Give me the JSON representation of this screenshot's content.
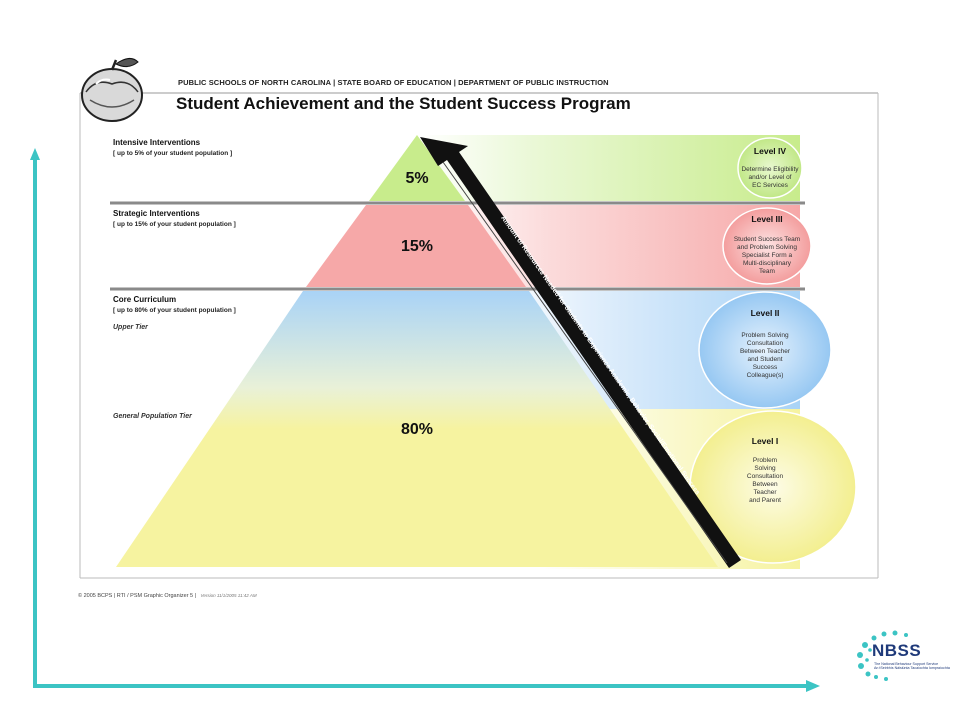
{
  "header": {
    "agency_line": "PUBLIC SCHOOLS OF NORTH CAROLINA | STATE BOARD OF EDUCATION | DEPARTMENT OF PUBLIC INSTRUCTION",
    "title": "Student Achievement and the Student Success Program"
  },
  "tiers": [
    {
      "title": "Intensive Interventions",
      "subtitle": "[ up to 5% of your student population ]",
      "percent": "5%"
    },
    {
      "title": "Strategic Interventions",
      "subtitle": "[ up to 15% of your student population ]",
      "percent": "15%"
    },
    {
      "title": "Core Curriculum",
      "subtitle": "[ up to 80% of your student population ]",
      "percent": "80%",
      "subtiers": [
        "Upper Tier",
        "General Population Tier"
      ]
    }
  ],
  "levels": [
    {
      "title": "Level IV",
      "lines": [
        "Determine Eligibility",
        "and/or Level of",
        "EC Services"
      ],
      "color": "#c8ec8c"
    },
    {
      "title": "Level III",
      "lines": [
        "Student Success Team",
        "and Problem Solving",
        "Specialist Form a",
        "Multi-disciplinary",
        "Team"
      ],
      "color": "#f6a8a8"
    },
    {
      "title": "Level II",
      "lines": [
        "Problem Solving",
        "Consultation",
        "Between Teacher",
        "and Student",
        "Success",
        "Colleague(s)"
      ],
      "color": "#a9d3f6"
    },
    {
      "title": "Level I",
      "lines": [
        "Problem",
        "Solving",
        "Consultation",
        "Between",
        "Teacher",
        "and Parent"
      ],
      "color": "#f6f3a0"
    }
  ],
  "arrow_label": "Amount of Resources Needed for Students to Experience Academic, Behavior, Social/Emotional Success",
  "footer": {
    "credit": "© 2005 BCPS  |  RTI / PSM  Graphic Organizer 5  |",
    "version": "Version  11/1/2005 11:42 AM"
  },
  "logo": {
    "name": "NBSS",
    "subtitle_lines": [
      "The National Behaviour Support Service",
      "An tSeirbhís Náisiúnta Tacaíochta Iompraíochta"
    ]
  },
  "colors": {
    "accent_teal": "#3cc4c4",
    "intensive_green": "#c8ec8c",
    "strategic_red": "#f6a8a8",
    "core_blue": "#a9d3f6",
    "core_yellow": "#f6f3a0"
  },
  "icons": {
    "apple": "apple-icon",
    "axis_arrow": "teal-l-arrow",
    "diagonal_arrow": "resources-arrow"
  }
}
